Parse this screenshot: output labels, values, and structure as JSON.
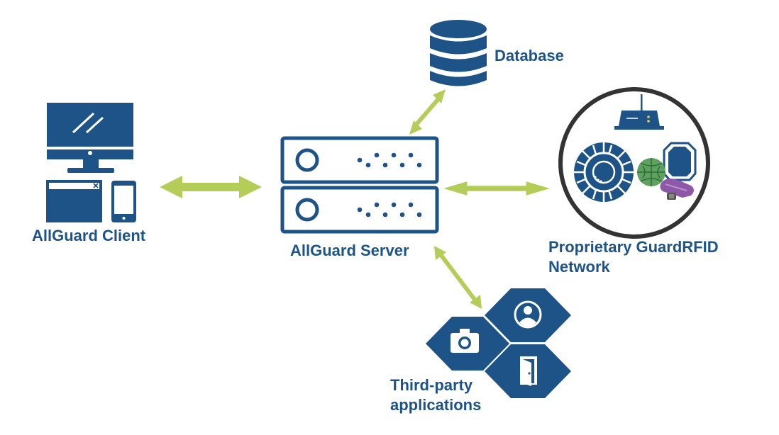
{
  "labels": {
    "database": "Database",
    "client": "AllGuard Client",
    "server": "AllGuard Server",
    "network_line1": "Proprietary GuardRFID",
    "network_line2": "Network",
    "thirdparty_line1": "Third-party",
    "thirdparty_line2": "applications"
  },
  "colors": {
    "primary": "#1e5388",
    "arrow": "#b4cc58",
    "ring": "#333333",
    "tag_green": "#5fa15f",
    "tag_purple": "#8e57a8"
  },
  "icons": {
    "database": "database-icon",
    "server": "server-rack-icon",
    "monitor": "monitor-icon",
    "browser": "browser-window-icon",
    "phone": "phone-icon",
    "router": "router-icon",
    "camera": "camera-icon",
    "user": "user-icon",
    "door": "door-icon"
  }
}
